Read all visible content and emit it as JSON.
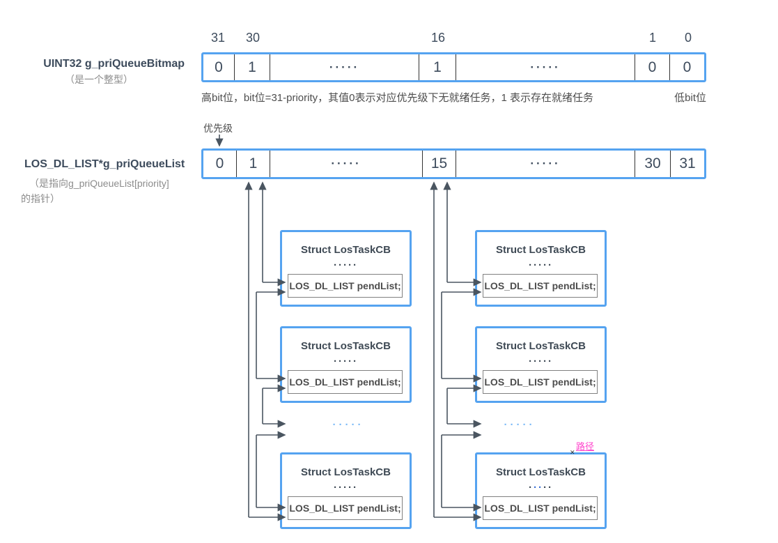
{
  "bitmap_row": {
    "label_title": "UINT32 g_priQueueBitmap",
    "label_sub": "（是一个整型）",
    "bit_labels": [
      "31",
      "30",
      "16",
      "1",
      "0"
    ],
    "cells": [
      "0",
      "1",
      "·····",
      "1",
      "·····",
      "0",
      "0"
    ],
    "caption_left": "高bit位，bit位=31-priority，其值0表示对应优先级下无就绪任务，1 表示存在就绪任务",
    "caption_right": "低bit位"
  },
  "queue_row": {
    "label_title": "LOS_DL_LIST*g_priQueueList",
    "label_sub1": "（是指向g_priQueueList[priority]",
    "label_sub2": "的指针）",
    "priority_label": "优先级",
    "cells": [
      "0",
      "1",
      "·····",
      "15",
      "·····",
      "30",
      "31"
    ]
  },
  "task_boxes": {
    "title": "Struct LosTaskCB",
    "dots": "·····",
    "pend": "LOS_DL_LIST pendList;",
    "dots_sel": {
      "pre": "·",
      "mid": "··",
      "post": "··"
    }
  },
  "misc": {
    "ellipsis": "·····",
    "path_label": "路径",
    "cursor_mark": "✕"
  },
  "colors": {
    "box_border_blue": "#55a3f0",
    "text_dark": "#3d4b5c",
    "caption_gray": "#4d4d4d",
    "sub_gray": "#8c8c8c",
    "inner_box_border": "#808080",
    "link_line": "#4a5560",
    "gap_dots_blue": "#7ab9f7",
    "path_pink": "#ff44cc"
  }
}
